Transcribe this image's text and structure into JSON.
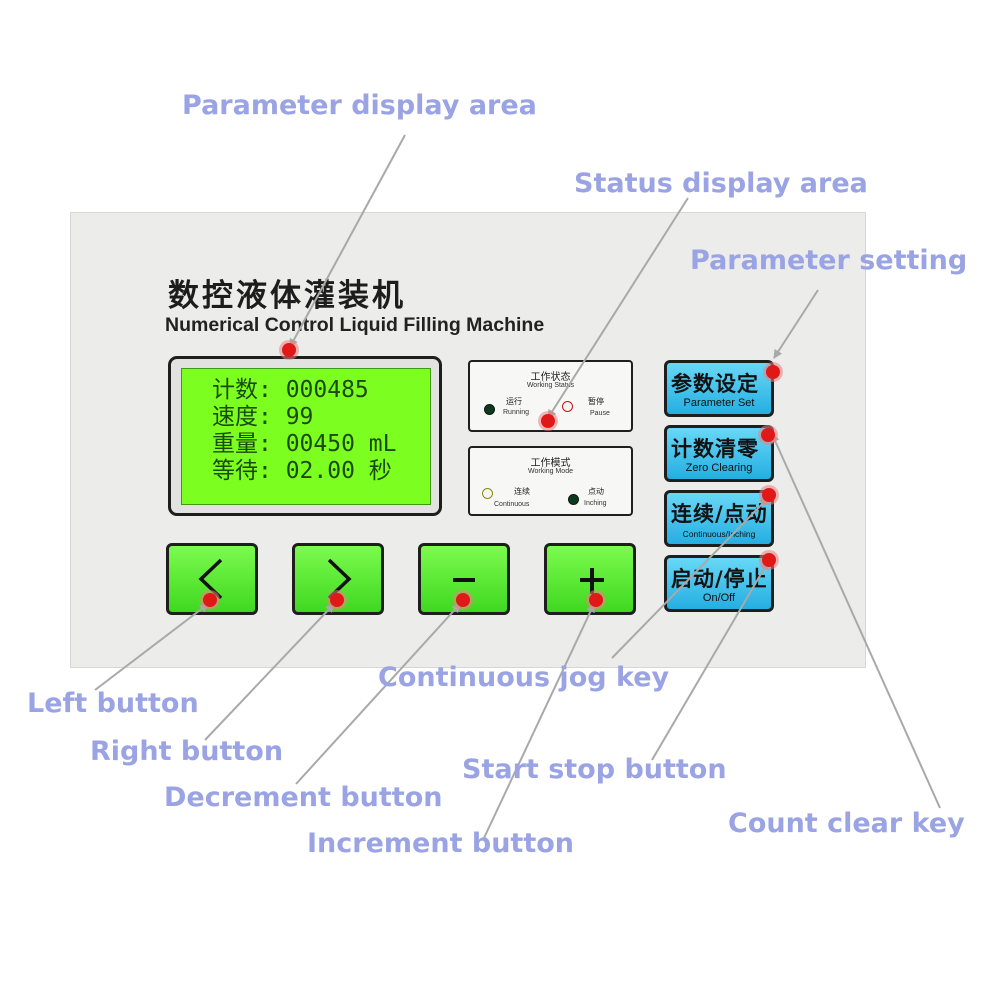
{
  "panel": {
    "title_cn": "数控液体灌装机",
    "title_en": "Numerical Control Liquid Filling Machine"
  },
  "lcd": {
    "lines": [
      "计数: 000485",
      "速度: 99",
      "重量: 00450 mL",
      "等待: 02.00 秒"
    ]
  },
  "working_status": {
    "label_cn": "工作状态",
    "label_en": "Working Status",
    "running_cn": "运行",
    "running_en": "Running",
    "pause_cn": "暂停",
    "pause_en": "Pause"
  },
  "working_mode": {
    "label_cn": "工作模式",
    "label_en": "Working Mode",
    "continuous_cn": "连续",
    "continuous_en": "Continuous",
    "inching_cn": "点动",
    "inching_en": "Inching"
  },
  "right_buttons": [
    {
      "cn": "参数设定",
      "en": "Parameter Set"
    },
    {
      "cn": "计数清零",
      "en": "Zero Clearing"
    },
    {
      "cn": "连续/点动",
      "en": "Continuous/Inching"
    },
    {
      "cn": "启动/停止",
      "en": "On/Off"
    }
  ],
  "callouts": {
    "parameter_display_area": "Parameter display area",
    "status_display_area": "Status display area",
    "parameter_setting": "Parameter setting",
    "continuous_jog_key": "Continuous jog key",
    "left_button": "Left button",
    "right_button": "Right button",
    "decrement_button": "Decrement button",
    "increment_button": "Increment button",
    "start_stop_button": "Start stop button",
    "count_clear_key": "Count clear key"
  },
  "colors": {
    "callout_text": "#9aa3e3",
    "lcd_green": "#7cff20",
    "green_button": "#4fe62a",
    "blue_button": "#3bbdea",
    "marker_red": "#e01818"
  },
  "icons": [
    "chevron-left-icon",
    "chevron-right-icon",
    "minus-icon",
    "plus-icon"
  ]
}
